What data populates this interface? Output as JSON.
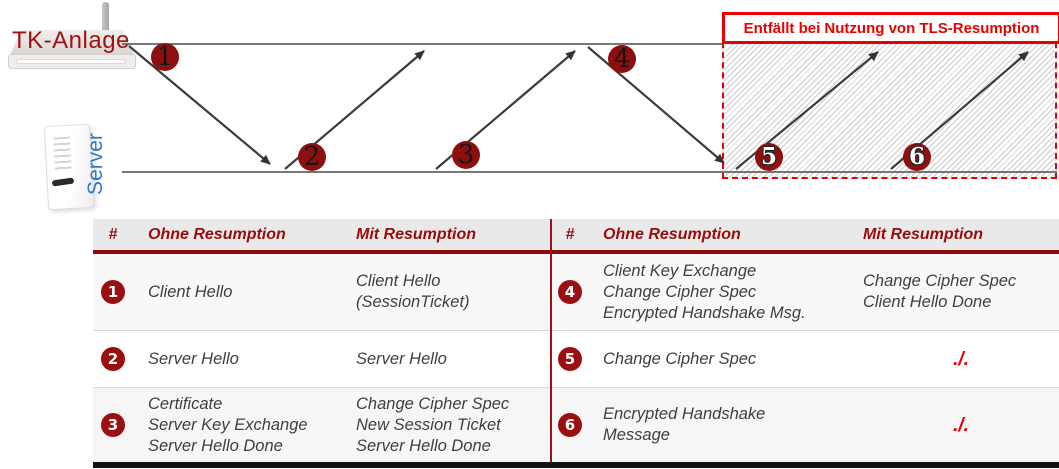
{
  "colors": {
    "dark_red": "#9b1010",
    "accent_red": "#e60000",
    "circle_red": "#8e0f0f",
    "line_gray": "#3c3c3c",
    "header_bg": "#e9e9e9",
    "server_blue": "#2e78c8"
  },
  "diagram": {
    "client_label": "TK-Anlage",
    "server_label": "Server",
    "note_title": "Entfällt bei Nutzung von TLS-Resumption",
    "steps": [
      "1",
      "2",
      "3",
      "4",
      "5",
      "6"
    ]
  },
  "table": {
    "left": {
      "headers": {
        "num": "#",
        "ohne": "Ohne Resumption",
        "mit": "Mit Resumption"
      },
      "rows": [
        {
          "num": "1",
          "ohne": "Client Hello",
          "mit": "Client Hello\n(SessionTicket)"
        },
        {
          "num": "2",
          "ohne": "Server Hello",
          "mit": "Server Hello"
        },
        {
          "num": "3",
          "ohne": "Certificate\nServer Key Exchange\nServer Hello Done",
          "mit": "Change Cipher Spec\nNew Session Ticket\nServer Hello Done"
        }
      ]
    },
    "right": {
      "headers": {
        "num": "#",
        "ohne": "Ohne Resumption",
        "mit": "Mit Resumption"
      },
      "rows": [
        {
          "num": "4",
          "ohne": "Client Key Exchange\nChange Cipher Spec\nEncrypted Handshake Msg.",
          "mit": "Change Cipher Spec\nClient Hello Done"
        },
        {
          "num": "5",
          "ohne": "Change Cipher Spec",
          "mit": "./."
        },
        {
          "num": "6",
          "ohne": "Encrypted Handshake\nMessage",
          "mit": "./."
        }
      ]
    }
  }
}
